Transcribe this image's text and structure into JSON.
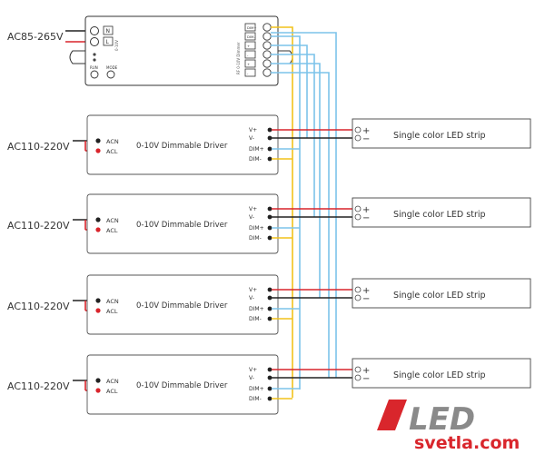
{
  "controller": {
    "input_label": "AC85-265V",
    "pins": [
      "N",
      "L"
    ],
    "side_text": "RF 0-10V Dimmer",
    "small_text": "0-10V",
    "buttons": [
      "RUN",
      "MODE"
    ],
    "out_pins": [
      "DIM+",
      "DIM-",
      "+",
      "-",
      "+",
      "-"
    ]
  },
  "drivers": [
    {
      "input_label": "AC110-220V",
      "terminals_in": [
        "ACN",
        "ACL"
      ],
      "title": "0-10V Dimmable Driver",
      "terminals_out": [
        "V+",
        "V-",
        "DIM+",
        "DIM-"
      ],
      "strip_label": "Single color LED strip"
    },
    {
      "input_label": "AC110-220V",
      "terminals_in": [
        "ACN",
        "ACL"
      ],
      "title": "0-10V Dimmable Driver",
      "terminals_out": [
        "V+",
        "V-",
        "DIM+",
        "DIM-"
      ],
      "strip_label": "Single color LED strip"
    },
    {
      "input_label": "AC110-220V",
      "terminals_in": [
        "ACN",
        "ACL"
      ],
      "title": "0-10V Dimmable Driver",
      "terminals_out": [
        "V+",
        "V-",
        "DIM+",
        "DIM-"
      ],
      "strip_label": "Single color LED strip"
    },
    {
      "input_label": "AC110-220V",
      "terminals_in": [
        "ACN",
        "ACL"
      ],
      "title": "0-10V Dimmable Driver",
      "terminals_out": [
        "V+",
        "V-",
        "DIM+",
        "DIM-"
      ],
      "strip_label": "Single color LED strip"
    }
  ],
  "strip_polarity": [
    "+",
    "−"
  ],
  "logo": {
    "brand": "LED",
    "domain": "svetla.com"
  },
  "colors": {
    "red_wire": "#d9242b",
    "black_wire": "#222222",
    "yellow_wire": "#f2c21a",
    "blue_wire": "#7cc3ea",
    "logo_red": "#d9262c",
    "logo_gray": "#8a8a8a"
  }
}
